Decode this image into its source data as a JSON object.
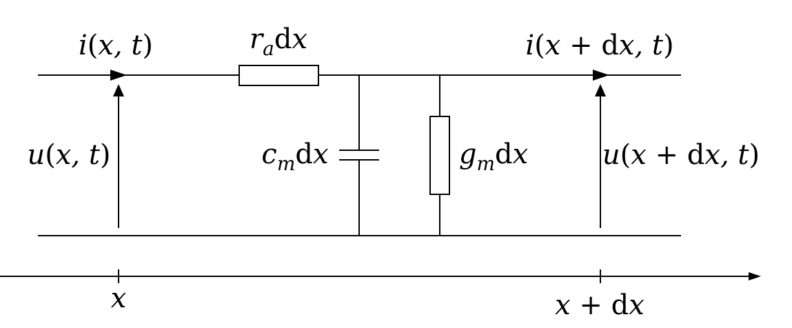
{
  "labels": {
    "current_in": {
      "fn": "i",
      "args": "x, t"
    },
    "current_out": {
      "fn": "i",
      "args_a": "x + ",
      "d": "d",
      "args_b": "x, t"
    },
    "voltage_in": {
      "fn": "u",
      "args": "x, t"
    },
    "voltage_out": {
      "fn": "u",
      "args_a": "x + ",
      "d": "d",
      "args_b": "x, t"
    },
    "resistor": {
      "sym": "r",
      "sub": "a",
      "d": "d",
      "var": "x"
    },
    "capacitor": {
      "sym": "c",
      "sub": "m",
      "d": "d",
      "var": "x"
    },
    "conductance": {
      "sym": "g",
      "sub": "m",
      "d": "d",
      "var": "x"
    },
    "axis_left": {
      "var": "x"
    },
    "axis_right": {
      "var_a": "x + ",
      "d": "d",
      "var_b": "x"
    }
  }
}
